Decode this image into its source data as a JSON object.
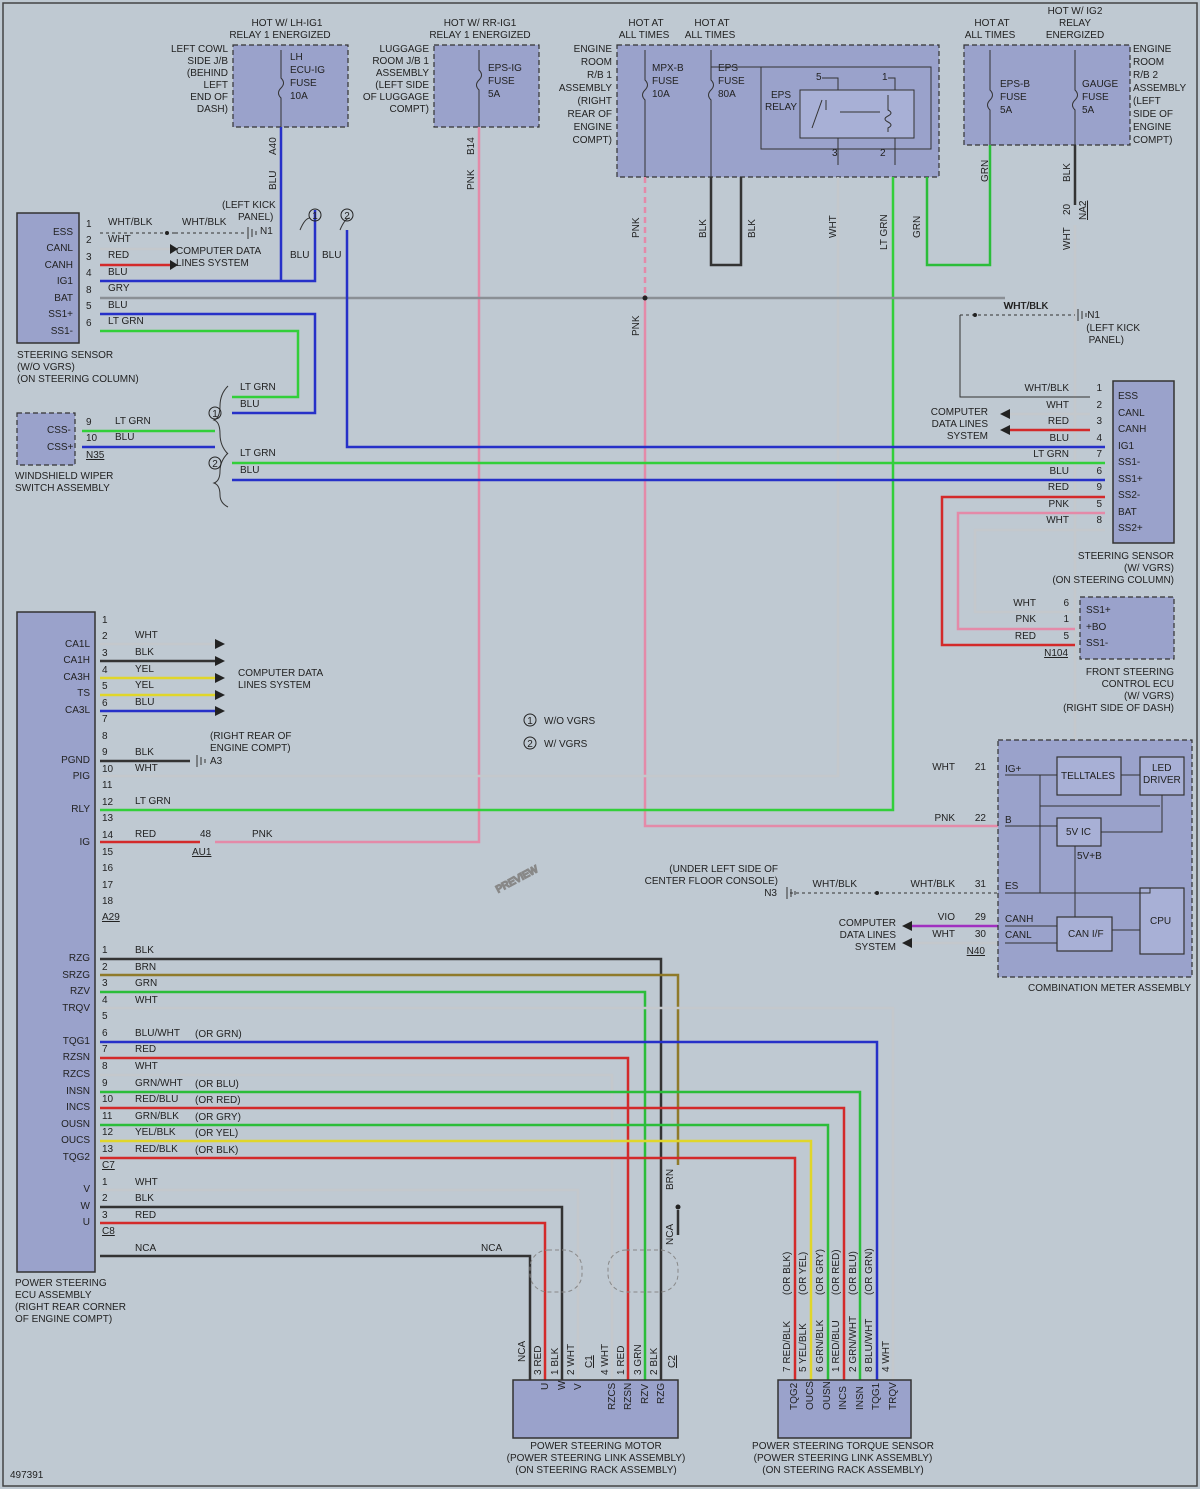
{
  "figure_id": "497391",
  "watermark": "PREVIEW",
  "power": {
    "lh_ig1_hot": "HOT W/ LH-IG1",
    "lh_ig1_cond": "RELAY 1 ENERGIZED",
    "rr_ig1_hot": "HOT W/ RR-IG1",
    "rr_ig1_cond": "RELAY 1 ENERGIZED",
    "hot_all_1": "HOT AT",
    "hot_all_1b": "ALL TIMES",
    "hot_all_2": "HOT AT",
    "hot_all_2b": "ALL TIMES",
    "hot_all_3": "HOT AT",
    "hot_all_3b": "ALL TIMES",
    "ig2_hot": "HOT W/ IG2",
    "ig2_relay": "RELAY",
    "ig2_cond": "ENERGIZED"
  },
  "junction_blocks": {
    "left_cowl": [
      "LEFT COWL",
      "SIDE J/B",
      "(BEHIND",
      "LEFT",
      "END OF",
      "DASH)"
    ],
    "luggage": [
      "LUGGAGE",
      "ROOM J/B 1",
      "ASSEMBLY",
      "(LEFT SIDE",
      "OF LUGGAGE",
      "COMPT)"
    ],
    "engine_rb1": [
      "ENGINE",
      "ROOM",
      "R/B 1",
      "ASSEMBLY",
      "(RIGHT",
      "REAR OF",
      "ENGINE",
      "COMPT)"
    ],
    "engine_rb2": [
      "ENGINE",
      "ROOM",
      "R/B 2",
      "ASSEMBLY",
      "(LEFT",
      "SIDE OF",
      "ENGINE",
      "COMPT)"
    ]
  },
  "fuses": {
    "lh_ecu_ig": [
      "LH",
      "ECU-IG",
      "FUSE",
      "10A"
    ],
    "eps_ig": [
      "EPS-IG",
      "FUSE",
      "5A"
    ],
    "mpx_b": [
      "MPX-B",
      "FUSE",
      "10A"
    ],
    "eps": [
      "EPS",
      "FUSE",
      "80A"
    ],
    "eps_relay": [
      "EPS",
      "RELAY"
    ],
    "eps_b": [
      "EPS-B",
      "FUSE",
      "5A"
    ],
    "gauge": [
      "GAUGE",
      "FUSE",
      "5A"
    ]
  },
  "connectors": {
    "a40": "A40",
    "b14": "B14",
    "na2": "NA2",
    "na2_pin": "20",
    "n1": "N1",
    "n1b": "N1",
    "a3": "A3",
    "n3": "N3",
    "n35": "N35",
    "n104": "N104",
    "n40": "N40",
    "au1": "AU1",
    "au1_pin": "48",
    "a29": "A29",
    "c7": "C7",
    "c8": "C8",
    "c1": "C1",
    "c2": "C2",
    "relay_pin5": "5",
    "relay_pin1": "1",
    "relay_pin3": "3",
    "relay_pin2": "2"
  },
  "labels": {
    "left_kick_panel": [
      "(LEFT KICK",
      "PANEL)"
    ],
    "left_kick_panel2": [
      "(LEFT KICK",
      "PANEL)"
    ],
    "right_rear_engine": [
      "(RIGHT REAR OF",
      "ENGINE COMPT)"
    ],
    "under_console": [
      "(UNDER LEFT SIDE OF",
      "CENTER FLOOR CONSOLE)"
    ],
    "computer_data_1": [
      "COMPUTER DATA",
      "LINES SYSTEM"
    ],
    "computer_data_2": [
      "COMPUTER DATA",
      "LINES SYSTEM"
    ],
    "computer_data_3": [
      "COMPUTER",
      "DATA LINES",
      "SYSTEM"
    ],
    "computer_data_4": [
      "COMPUTER",
      "DATA LINES",
      "SYSTEM"
    ],
    "legend_1": "W/O VGRS",
    "legend_2": "W/ VGRS",
    "circle_1": "1",
    "circle_2": "2"
  },
  "steering_sensor_wo": {
    "name": [
      "STEERING SENSOR",
      "(W/O VGRS)",
      "(ON STEERING COLUMN)"
    ],
    "pins": [
      "ESS",
      "CANL",
      "CANH",
      "IG1",
      "BAT",
      "SS1+",
      "SS1-"
    ],
    "nums": [
      "1",
      "2",
      "3",
      "4",
      "8",
      "5",
      "6"
    ],
    "wires": [
      "WHT/BLK",
      "WHT",
      "RED",
      "BLU",
      "GRY",
      "BLU",
      "LT GRN"
    ],
    "ground_wire": "WHT/BLK",
    "junction_wires": [
      "BLU",
      "BLU"
    ]
  },
  "wiper_switch": {
    "name": [
      "WINDSHIELD WIPER",
      "SWITCH ASSEMBLY"
    ],
    "pins": [
      "CSS-",
      "CSS+"
    ],
    "nums": [
      "9",
      "10"
    ],
    "wires": [
      "LT GRN",
      "BLU"
    ],
    "branch1": [
      "LT GRN",
      "BLU"
    ],
    "branch2": [
      "LT GRN",
      "BLU"
    ]
  },
  "steering_sensor_w": {
    "name": [
      "STEERING SENSOR",
      "(W/ VGRS)",
      "(ON STEERING COLUMN)"
    ],
    "pins": [
      "ESS",
      "CANL",
      "CANH",
      "IG1",
      "SS1-",
      "SS1+",
      "SS2-",
      "BAT",
      "SS2+"
    ],
    "nums": [
      "1",
      "2",
      "3",
      "4",
      "7",
      "6",
      "9",
      "5",
      "8"
    ],
    "wires": [
      "WHT/BLK",
      "WHT",
      "RED",
      "BLU",
      "LT GRN",
      "BLU",
      "RED",
      "PNK",
      "WHT"
    ],
    "ground_wire": "WHT/BLK"
  },
  "front_steering_ecu": {
    "name": [
      "FRONT STEERING",
      "CONTROL ECU",
      "(W/ VGRS)",
      "(RIGHT SIDE OF DASH)"
    ],
    "pins": [
      "SS1+",
      "+BO",
      "SS1-"
    ],
    "nums": [
      "6",
      "1",
      "5"
    ],
    "wires": [
      "WHT",
      "PNK",
      "RED"
    ]
  },
  "power_steering_ecu": {
    "name": [
      "POWER STEERING",
      "ECU ASSEMBLY",
      "(RIGHT REAR CORNER",
      "OF ENGINE COMPT)"
    ],
    "a29_nums": [
      "1",
      "2",
      "3",
      "4",
      "5",
      "6",
      "7",
      "8",
      "9",
      "10",
      "11",
      "12",
      "13",
      "14",
      "15",
      "16",
      "17",
      "18"
    ],
    "a29_pins": [
      "CA1L",
      "CA1H",
      "CA3H",
      "TS",
      "CA3L",
      "PGND",
      "PIG",
      "RLY",
      "IG"
    ],
    "a29_wires": [
      "WHT",
      "BLK",
      "YEL",
      "YEL",
      "BLU",
      "BLK",
      "WHT",
      "LT GRN",
      "RED"
    ],
    "c7_pins": [
      "RZG",
      "SRZG",
      "RZV",
      "TRQV",
      "TQG1",
      "RZSN",
      "RZCS",
      "INSN",
      "INCS",
      "OUSN",
      "OUCS",
      "TQG2"
    ],
    "c7_nums": [
      "1",
      "2",
      "3",
      "4",
      "5",
      "6",
      "7",
      "8",
      "9",
      "10",
      "11",
      "12",
      "13"
    ],
    "c7_wires": [
      "BLK",
      "BRN",
      "GRN",
      "WHT",
      "BLU/WHT",
      "RED",
      "WHT",
      "GRN/WHT",
      "RED/BLU",
      "GRN/BLK",
      "YEL/BLK",
      "RED/BLK"
    ],
    "c7_alt": [
      "(OR GRN)",
      "(OR BLU)",
      "(OR RED)",
      "(OR GRY)",
      "(OR YEL)",
      "(OR BLK)"
    ],
    "c8_pins": [
      "V",
      "W",
      "U"
    ],
    "c8_nums": [
      "1",
      "2",
      "3"
    ],
    "c8_wires": [
      "WHT",
      "BLK",
      "RED"
    ],
    "nca": "NCA",
    "nca2": "NCA",
    "au1_wire": "PNK"
  },
  "combination_meter": {
    "name": "COMBINATION METER ASSEMBLY",
    "pins": [
      "IG+",
      "B",
      "ES",
      "CANH",
      "CANL"
    ],
    "nums": [
      "21",
      "22",
      "31",
      "29",
      "30"
    ],
    "wires": [
      "WHT",
      "PNK",
      "WHT/BLK",
      "VIO",
      "WHT"
    ],
    "ground_wire": "WHT/BLK",
    "blocks": [
      "TELLTALES",
      "LED",
      "DRIVER",
      "5V IC",
      "5V+B",
      "CAN I/F",
      "CPU"
    ]
  },
  "motor": {
    "name": [
      "POWER STEERING MOTOR",
      "(POWER STEERING LINK ASSEMBLY)",
      "(ON STEERING RACK ASSEMBLY)"
    ],
    "pins": [
      "U",
      "W",
      "V",
      "RZCS",
      "RZSN",
      "RZV",
      "RZG"
    ],
    "wire_labels": [
      "NCA",
      "3 RED",
      "1 BLK",
      "2 WHT",
      "4 WHT",
      "1 RED",
      "3 GRN",
      "2 BLK"
    ],
    "vertical_labels": [
      "BRN",
      "NCA"
    ]
  },
  "torque_sensor": {
    "name": [
      "POWER STEERING TORQUE SENSOR",
      "(POWER STEERING LINK ASSEMBLY)",
      "(ON STEERING RACK ASSEMBLY)"
    ],
    "pins": [
      "TQG2",
      "OUCS",
      "OUSN",
      "INCS",
      "INSN",
      "TQG1",
      "TRQV"
    ],
    "wire_labels": [
      "7 RED/BLK",
      "5 YEL/BLK",
      "6 GRN/BLK",
      "1 RED/BLU",
      "2 GRN/WHT",
      "8 BLU/WHT",
      "4 WHT"
    ],
    "alt_labels": [
      "(OR BLK)",
      "(OR YEL)",
      "(OR GRY)",
      "(OR RED)",
      "(OR BLU)",
      "(OR GRN)"
    ]
  },
  "vertical_wires": {
    "a40": "BLU",
    "b14": "PNK",
    "mpx": "PNK",
    "eps1": "BLK",
    "eps2": "BLK",
    "wht": "WHT",
    "ltgrn": "LT GRN",
    "grn": "GRN",
    "grn2": "GRN",
    "blk": "BLK",
    "wht2": "WHT",
    "pnk2": "PNK"
  },
  "meter_top_wire": "WHT/BLK"
}
